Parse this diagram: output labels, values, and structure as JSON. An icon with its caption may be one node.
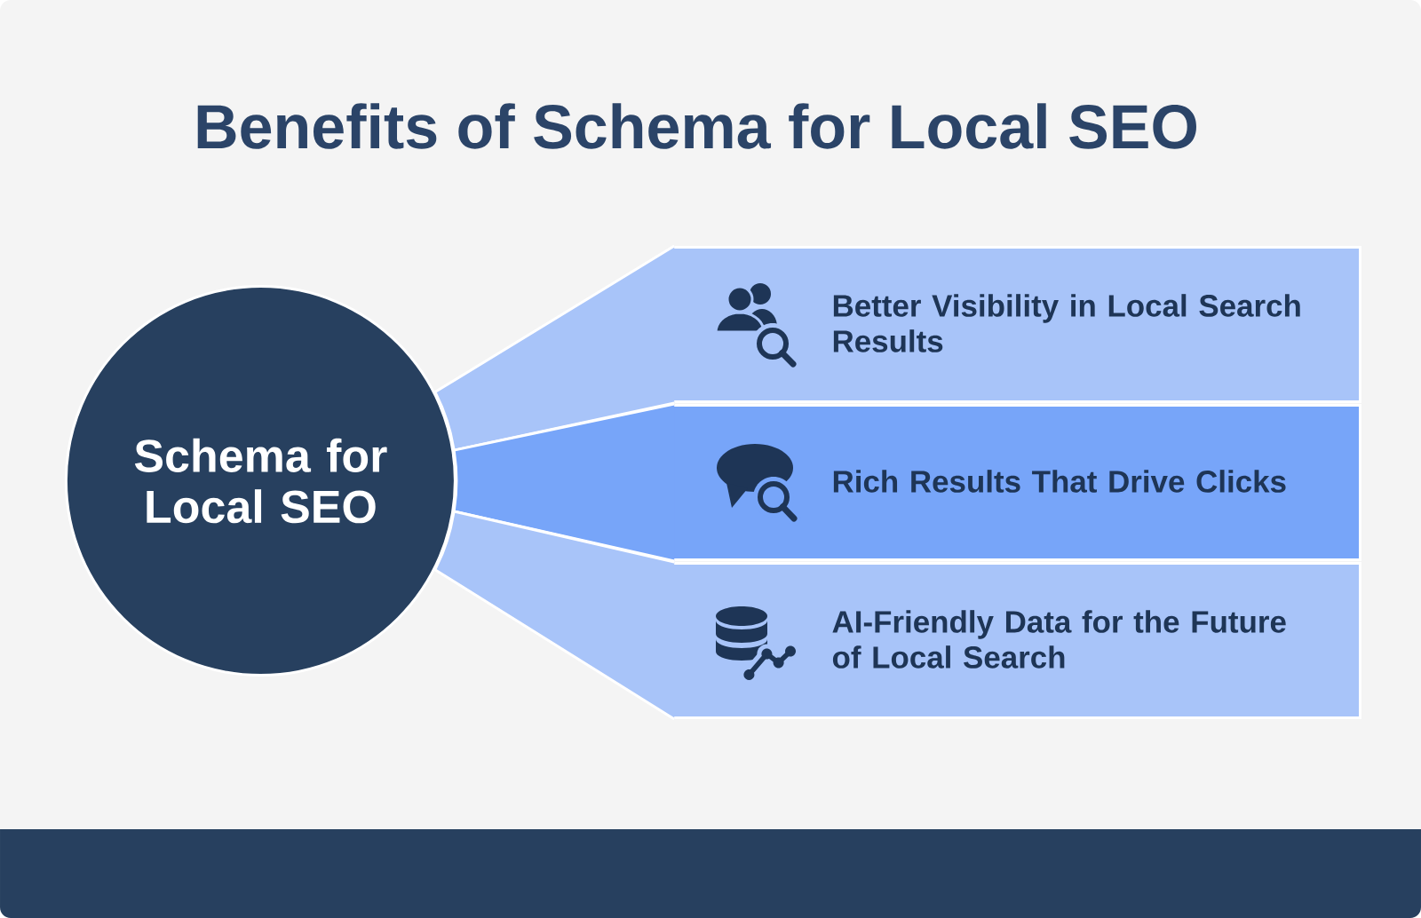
{
  "diagram": {
    "title": "Benefits of Schema for Local SEO",
    "nodes": [
      {
        "text": [
          "Schema for Local SEO"
        ]
      },
      {
        "text": [
          "Better Visibility in Local Search Results"
        ]
      },
      {
        "text": [
          "Rich Results That Drive Clicks"
        ]
      },
      {
        "text": [
          "AI-Friendly Data for the Future of Local Search"
        ]
      }
    ],
    "edges": [
      {
        "from": 0,
        "to": 1,
        "arrow": "none"
      },
      {
        "from": 0,
        "to": 2,
        "arrow": "none",
        "color": "#77a5f9"
      },
      {
        "from": 0,
        "to": 3,
        "arrow": "none"
      }
    ]
  }
}
